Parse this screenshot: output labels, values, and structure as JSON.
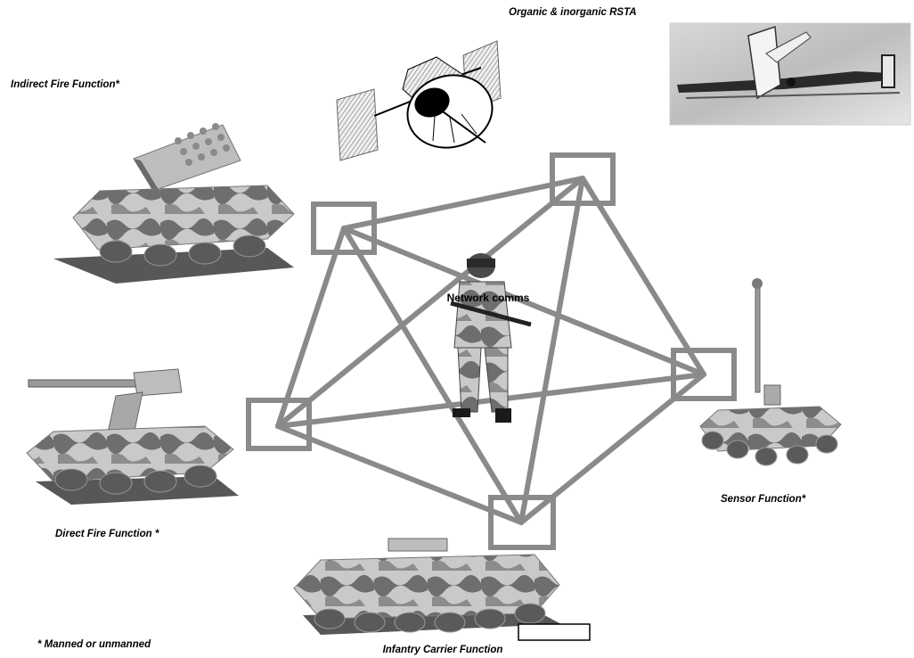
{
  "labels": {
    "rsta": "Organic & inorganic RSTA",
    "indirect_fire": "Indirect Fire Function*",
    "direct_fire": "Direct Fire Function *",
    "sensor": "Sensor Function*",
    "infantry_carrier": "Infantry Carrier Function",
    "manned_note": "* Manned or unmanned",
    "network_center": "Network comms"
  },
  "network": {
    "edge_color": "#8a8a8a",
    "nodes": [
      "rsta-node",
      "indirect-fire-node",
      "direct-fire-node",
      "infantry-carrier-node",
      "sensor-node"
    ]
  },
  "images": {
    "uav_photo": "uav-drone-photo",
    "satellite": "satellite-icon",
    "indirect_fire_vehicle": "rocket-launcher-vehicle",
    "direct_fire_vehicle": "gun-turret-vehicle",
    "sensor_vehicle": "sensor-mast-vehicle",
    "infantry_vehicle": "infantry-carrier-vehicle",
    "soldier": "soldier-figure"
  }
}
